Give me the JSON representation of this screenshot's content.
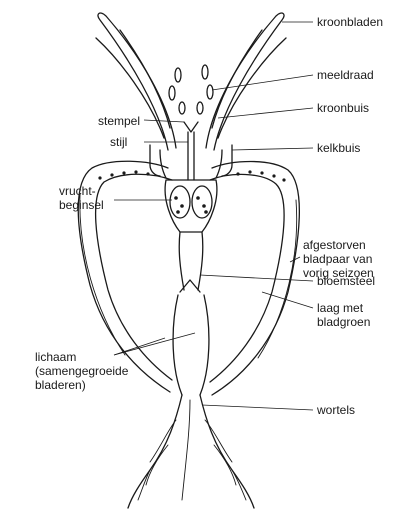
{
  "labels": {
    "kroonbladen": "kroonbladen",
    "meeldraad": "meeldraad",
    "kroonbuis": "kroonbuis",
    "kelkbuis": "kelkbuis",
    "stempel": "stempel",
    "stijl": "stijl",
    "vruchtbeginsel_1": "vrucht-",
    "vruchtbeginsel_2": "beginsel",
    "afgestorven_1": "afgestorven",
    "afgestorven_2": "bladpaar van",
    "afgestorven_3": "vorig seizoen",
    "bloemsteel": "bloemsteel",
    "laag_1": "laag met",
    "laag_2": "bladgroen",
    "lichaam_1": "lichaam",
    "lichaam_2": "(samengegroeide",
    "lichaam_3": "bladeren)",
    "wortels": "wortels"
  }
}
